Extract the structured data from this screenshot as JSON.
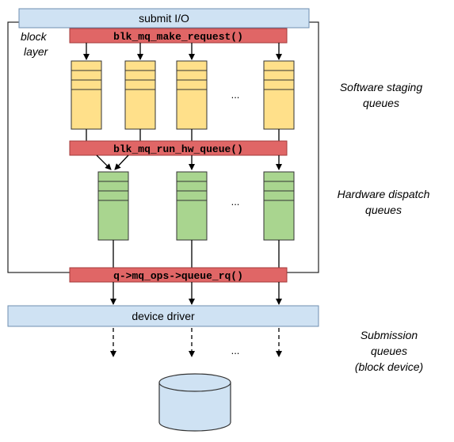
{
  "colors": {
    "blue_fill": "#cfe2f3",
    "blue_stroke": "#6f8fb0",
    "red_fill": "#e06666",
    "red_stroke": "#a33a3a",
    "yellow_fill": "#ffe08a",
    "green_fill": "#a9d58f",
    "line": "#000000"
  },
  "labels": {
    "submit_io": "submit I/O",
    "block_layer_1": "block",
    "block_layer_2": "layer",
    "make_request": "blk_mq_make_request()",
    "run_hw_queue": "blk_mq_run_hw_queue()",
    "queue_rq": "q->mq_ops->queue_rq()",
    "device_driver": "device driver",
    "ellipsis_sw": "...",
    "ellipsis_hw": "...",
    "ellipsis_sub": "...",
    "software_staging_1": "Software staging",
    "software_staging_2": "queues",
    "hardware_dispatch_1": "Hardware dispatch",
    "hardware_dispatch_2": "queues",
    "submission_1": "Submission",
    "submission_2": "queues",
    "submission_3": "(block device)"
  },
  "icons": {
    "disk": "disk-cylinder-icon"
  }
}
